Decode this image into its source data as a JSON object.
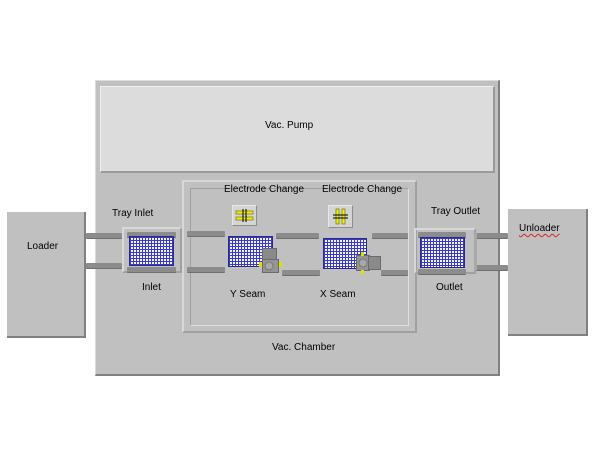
{
  "diagram": {
    "vac_pump": {
      "label": "Vac. Pump"
    },
    "vac_chamber": {
      "label": "Vac. Chamber"
    },
    "loader": {
      "label": "Loader"
    },
    "unloader": {
      "label": "Unloader"
    },
    "tray_inlet": {
      "label": "Tray Inlet",
      "sub_label": "Inlet"
    },
    "tray_outlet": {
      "label": "Tray Outlet",
      "sub_label": "Outlet"
    },
    "y_seam": {
      "label": "Y Seam",
      "electrode_label": "Electrode Change"
    },
    "x_seam": {
      "label": "X Seam",
      "electrode_label": "Electrode Change"
    }
  },
  "colors": {
    "panel": "#c0c0c0",
    "pump": "#dcdcdc",
    "tray_grid": "#3a3ac8",
    "electrode": "#f0f000"
  }
}
